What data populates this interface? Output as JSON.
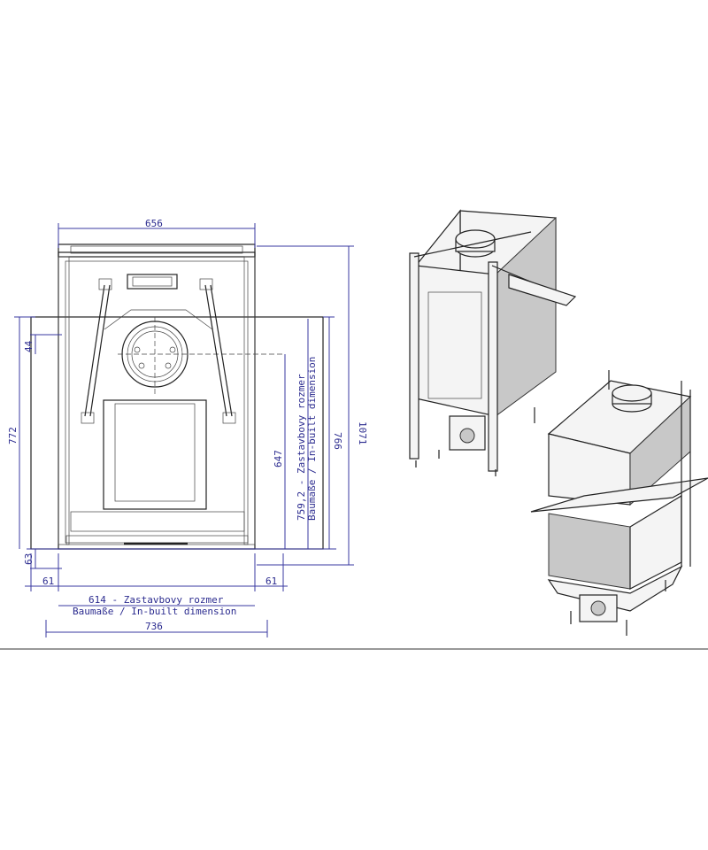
{
  "dimensions": {
    "top_width": "656",
    "total_width": "736",
    "left_flange": "61",
    "right_flange": "61",
    "built_width": "614 - Zastavbovy rozmer",
    "built_width_sub": "Baumaße / In-built dimension",
    "left_height": "772",
    "left_offset": "44",
    "bottom_offset": "63",
    "total_height": "1071",
    "inner_height": "647",
    "built_height": "759,2 - Zastavbovy rozmer",
    "built_height_sub": "Baumaße / In-built dimension",
    "height_766": "766"
  }
}
